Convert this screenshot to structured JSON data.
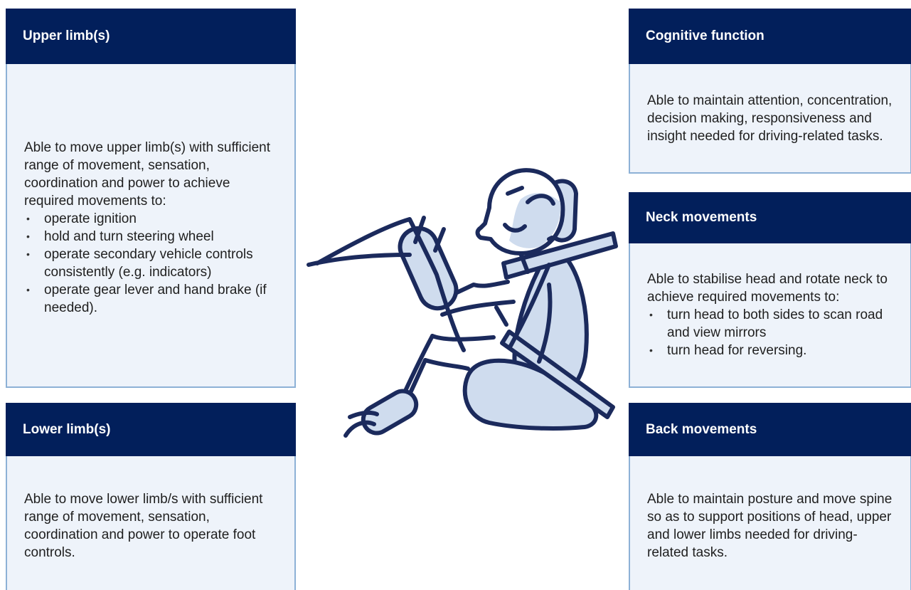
{
  "cards": {
    "upper_limbs": {
      "title": "Upper limb(s)",
      "intro": "Able to move upper limb(s) with sufficient range of movement, sensation, coordination and power to achieve required movements to:",
      "items": [
        "operate ignition",
        "hold and turn steering wheel",
        "operate secondary vehicle controls consistently (e.g. indicators)",
        "operate gear lever and hand brake (if needed)."
      ]
    },
    "lower_limbs": {
      "title": "Lower limb(s)",
      "text": "Able to move lower limb/s with sufficient range of movement, sensation, coordination and power to operate foot controls."
    },
    "cognitive_function": {
      "title": "Cognitive function",
      "text": "Able to maintain attention, concentration, decision making, responsiveness and insight needed for driving-related tasks."
    },
    "neck_movements": {
      "title": "Neck movements",
      "intro": "Able to stabilise head and rotate neck to achieve required movements to:",
      "items": [
        "turn head to both sides to scan road and view mirrors",
        "turn head for reversing."
      ]
    },
    "back_movements": {
      "title": "Back movements",
      "text": "Able to maintain posture and move spine so as to support positions of head, upper and lower limbs needed for driving-related tasks."
    }
  },
  "illustration": {
    "icon": "seated-driver-icon",
    "stroke_color": "#1b2a5c",
    "fill_color": "#cfdcee"
  },
  "colors": {
    "header_bg": "#021f5b",
    "body_bg": "#eef3fa",
    "border": "#8db1d6"
  }
}
